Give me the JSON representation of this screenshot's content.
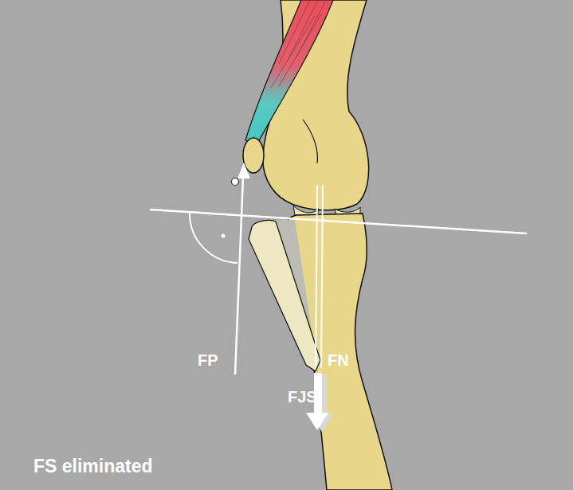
{
  "diagram": {
    "labels": [
      "FP",
      "FN",
      "FJS",
      "FS eliminated"
    ]
  }
}
